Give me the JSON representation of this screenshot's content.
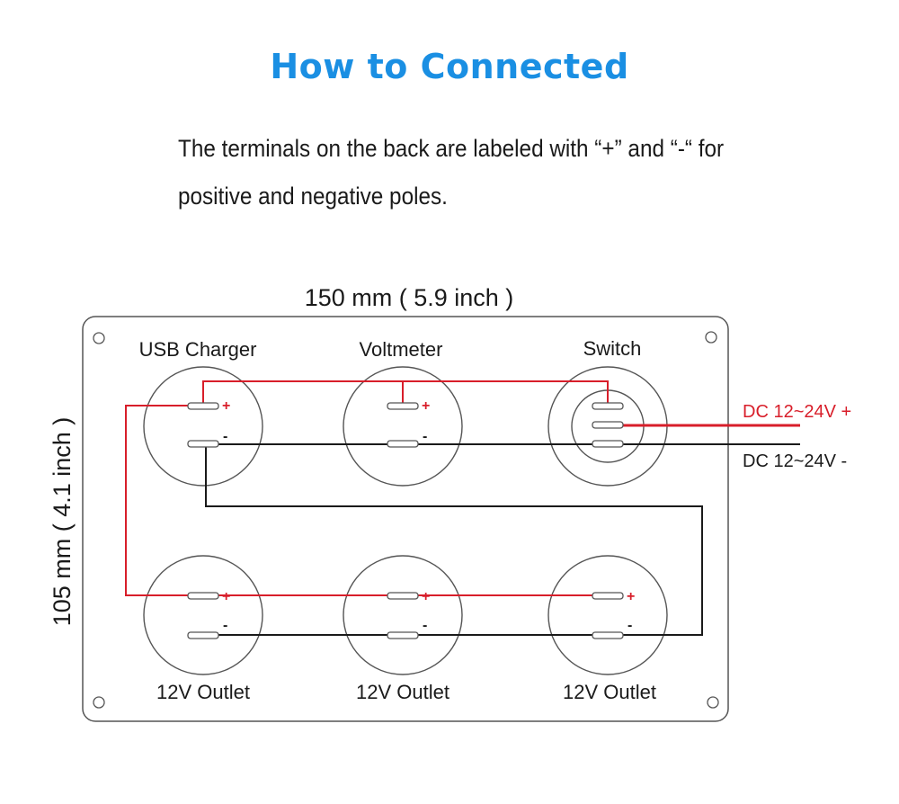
{
  "title": "How to Connected",
  "description": {
    "line1": "The terminals on the back are labeled with “+” and “-“ for",
    "line2": "positive and negative poles."
  },
  "diagram": {
    "width_label": "150 mm ( 5.9 inch )",
    "height_label": "105 mm ( 4.1 inch )",
    "components": {
      "usb_charger": "USB Charger",
      "voltmeter": "Voltmeter",
      "switch": "Switch",
      "outlet_1": "12V Outlet",
      "outlet_2": "12V Outlet",
      "outlet_3": "12V Outlet"
    },
    "terminals": {
      "plus": "+",
      "minus": "-"
    },
    "supply": {
      "positive": "DC 12~24V +",
      "negative": "DC 12~24V -"
    },
    "colors": {
      "title": "#1a8fe3",
      "positive_wire": "#d81e2a",
      "negative_wire": "#1a1a1a",
      "panel_outline": "#555555"
    }
  }
}
